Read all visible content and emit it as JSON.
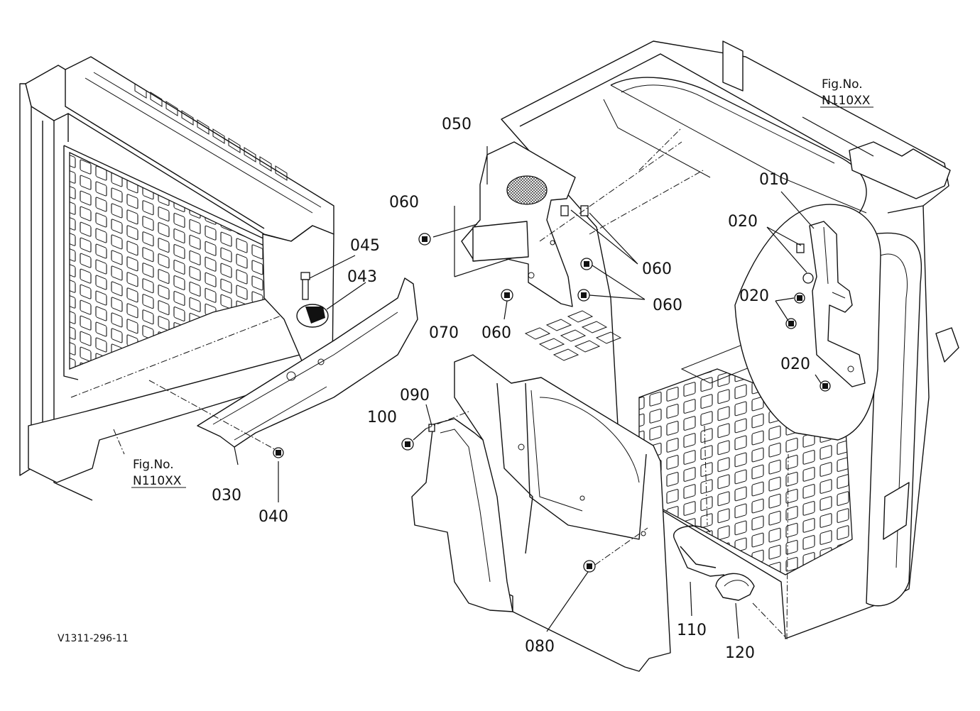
{
  "figure_refs": [
    {
      "label": "Fig.No.",
      "code": "N110XX"
    },
    {
      "label": "Fig.No.",
      "code": "N110XX"
    }
  ],
  "parts": [
    "010",
    "020",
    "020",
    "020",
    "030",
    "040",
    "043",
    "045",
    "050",
    "060",
    "060",
    "060",
    "060",
    "070",
    "080",
    "090",
    "100",
    "110",
    "120"
  ],
  "drawing_id": "V1311-296-11"
}
